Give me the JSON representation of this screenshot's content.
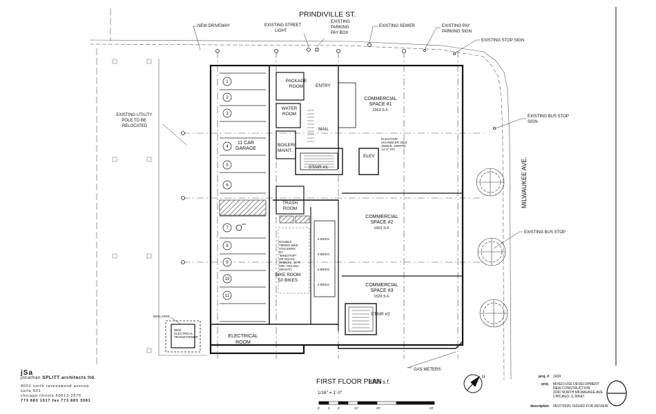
{
  "street_north": "PRINDIVILLE ST.",
  "street_east": "MILWAUKEE AVE.",
  "callouts": {
    "new_driveway": "NEW DRIVEWAY",
    "street_light": [
      "EXISTING STREET",
      "LIGHT"
    ],
    "pay_box": [
      "EXISTING",
      "PARKING",
      "PAY BOX"
    ],
    "sewer": "EXISTING SEWER",
    "pay_sign": [
      "EXISTING PAY",
      "PARKING SIGN"
    ],
    "stop_sign": "EXISTING STOP SIGN",
    "utility_pole": [
      "EXISTING UTILITY",
      "POLE TO BE",
      "RELOCATED"
    ],
    "bus_sign": [
      "EXISTING BUS STOP",
      "SIGN"
    ],
    "bus_stop": "EXISTING BUS STOP",
    "gas_meters": "GAS METERS",
    "bollards": "BOLLARDS",
    "transformer": [
      "NEW",
      "ELECTRICAL",
      "TRANSFORMER"
    ],
    "elevator_note": [
      "ELEVATOR:",
      "SCHINDLER 3300,",
      "3500LB, 150FPM,",
      "14'-0\" PIT"
    ],
    "bike_note": [
      "DOUBLE",
      "TIERED BIKE",
      "STACKERS",
      "BY",
      "\"BIKESTOP\"",
      "OR EQUAL-",
      "(8 BIKES, 11'-0\"",
      "MIN. CEILING",
      "HEIGHT)"
    ]
  },
  "rooms": {
    "package": [
      "PACKAGE",
      "ROOM"
    ],
    "entry": "ENTRY",
    "water": [
      "WATER",
      "ROOM"
    ],
    "mail": "MAIL",
    "boiler": [
      "BOILER/",
      "MAINT."
    ],
    "garage": [
      "11 CAR",
      "GARAGE"
    ],
    "stair1": "STAIR #1",
    "elev": "ELEV",
    "trash": [
      "TRASH",
      "ROOM"
    ],
    "bike": [
      "BIKE ROOM",
      "50 BIKES"
    ],
    "stair2": "STAIR #2",
    "electrical": [
      "ELECTRICAL",
      "ROOM"
    ],
    "commercial1": [
      "COMMERCIAL",
      "SPACE #1",
      "2363 S.F."
    ],
    "commercial2": [
      "COMMERCIAL",
      "SPACE #2",
      "1601 S.F."
    ],
    "commercial3": [
      "COMMERCIAL",
      "SPACE #3",
      "1529 S.F."
    ]
  },
  "parking_stalls": [
    "1",
    "2",
    "3",
    "4",
    "5",
    "6",
    "7",
    "8",
    "9",
    "10",
    "11"
  ],
  "bike_small_labels": [
    "8 BIKES",
    "8 BIKES",
    "8 BIKES",
    "8 BIKES"
  ],
  "plan_title": "FIRST FLOOR PLAN",
  "plan_area": "8395 s.f.",
  "scale_text": "1/16\" = 1'-0\"",
  "scale_ticks": [
    "5'",
    "0",
    "5'",
    "10'",
    "20'",
    "40'"
  ],
  "north_label": "N",
  "title_block": {
    "logo": "jSa",
    "firm_prefix": "jonathan",
    "firm_name": "SPLITT architects ltd.",
    "address1": "4001 north ravenswood avenue",
    "address2": "suite 601",
    "address3": "chicago illinois  60613-2576",
    "phone": "773 883 1017 fax 773 883 3081"
  },
  "project_block": {
    "proj_no_key": "proj. #",
    "proj_no": "2439",
    "proj_key": "proj.",
    "proj_lines": [
      "MIXED-USE DEVELOPMENT",
      "NEW CONSTRUCTION",
      "2240 NORTH MILWAUKEE AVE",
      "CHICAGO, IL 60647"
    ],
    "desc_key": "description",
    "desc": "06/27/2025: ISSUED FOR REVIEW"
  }
}
